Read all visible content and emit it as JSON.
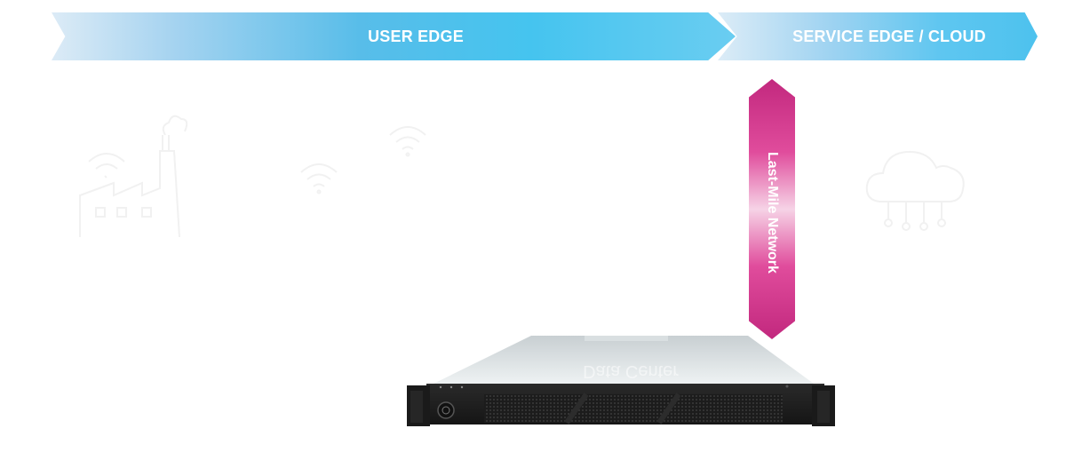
{
  "banners": {
    "user_edge": "USER EDGE",
    "service_edge": "SERVICE EDGE / CLOUD"
  },
  "last_mile": {
    "label": "Last-Mile Network"
  },
  "device": {
    "reflection_text": "Data Center"
  },
  "colors": {
    "banner_blue": "#45c4ef",
    "banner_light": "#dcebf6",
    "last_mile_magenta": "#c2287e",
    "server_body": "#222222"
  },
  "icons": [
    "factory-icon",
    "wifi-icon",
    "cloud-network-icon",
    "server-icon"
  ]
}
